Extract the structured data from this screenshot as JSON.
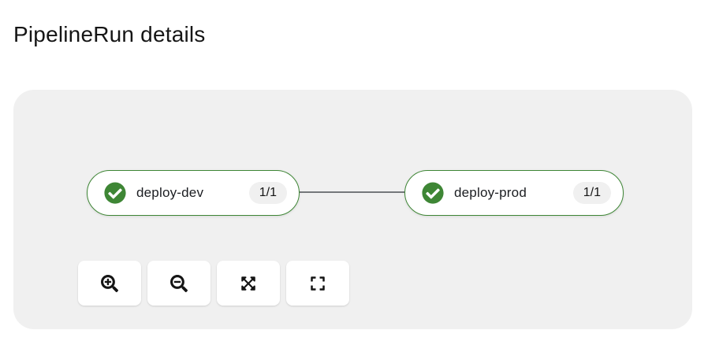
{
  "page": {
    "title": "PipelineRun details"
  },
  "pipeline": {
    "nodes": [
      {
        "label": "deploy-dev",
        "badge": "1/1",
        "status": "Succeeded",
        "icon": "check-circle-icon"
      },
      {
        "label": "deploy-prod",
        "badge": "1/1",
        "status": "Succeeded",
        "icon": "check-circle-icon"
      }
    ],
    "edges": [
      {
        "from": "deploy-dev",
        "to": "deploy-prod"
      }
    ]
  },
  "controls": [
    {
      "name": "zoom-in",
      "icon": "zoom-in-icon"
    },
    {
      "name": "zoom-out",
      "icon": "zoom-out-icon"
    },
    {
      "name": "fit-to-screen",
      "icon": "expand-arrows-icon"
    },
    {
      "name": "reset-view",
      "icon": "expand-brackets-icon"
    }
  ],
  "colors": {
    "success_green": "#3e8635",
    "panel_background": "#f0f0f0",
    "node_background": "#ffffff",
    "edge_gray": "#75787b",
    "badge_background": "#f0f0f0",
    "text_dark": "#151515"
  }
}
